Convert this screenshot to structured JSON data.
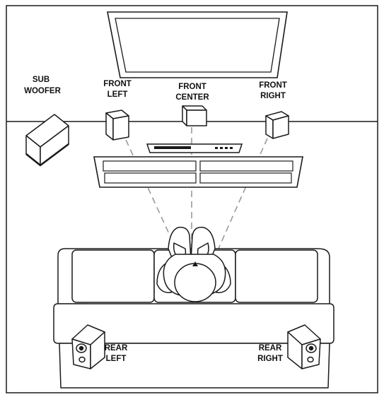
{
  "labels": {
    "sub_woofer": [
      "SUB",
      "WOOFER"
    ],
    "front_left": [
      "FRONT",
      "LEFT"
    ],
    "front_center": [
      "FRONT",
      "CENTER"
    ],
    "front_right": [
      "FRONT",
      "RIGHT"
    ],
    "rear_left": [
      "REAR",
      "LEFT"
    ],
    "rear_right": [
      "REAR",
      "RIGHT"
    ]
  },
  "colors": {
    "stroke": "#1a1a1a",
    "fill": "#ffffff",
    "dashed_line": "#9a9a9a"
  },
  "icons": {
    "tv": "tv-icon",
    "subwoofer": "subwoofer-icon",
    "speaker": "speaker-icon",
    "soundbar": "soundbar-icon",
    "tv_stand": "tv-stand-icon",
    "sofa": "sofa-icon",
    "listener": "listener-icon"
  }
}
